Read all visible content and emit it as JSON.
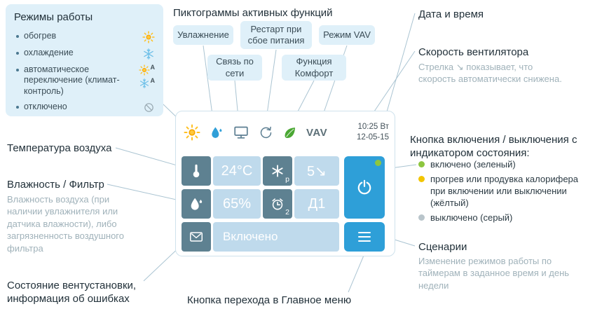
{
  "colors": {
    "callout_bg": "#dff0f9",
    "panel_value_cell": "#bfdaec",
    "panel_icon_cell": "#5e8191",
    "accent_button": "#2e9fd8",
    "indicator_green": "#8dc63f",
    "indicator_yellow": "#f2c500",
    "indicator_gray": "#b9c5cb",
    "connector_line": "#aac4d2"
  },
  "left": {
    "modes": {
      "title": "Режимы работы",
      "auto_marker": "A",
      "items": [
        {
          "label": "обогрев",
          "icon": "sun-icon"
        },
        {
          "label": "охлаждение",
          "icon": "snowflake-icon"
        },
        {
          "label": "автоматическое переключение (климат-контроль)",
          "icon": "sun-snowflake-auto-icon"
        },
        {
          "label": "отключено",
          "icon": "disabled-icon"
        }
      ]
    },
    "temperature_label": "Температура воздуха",
    "humidity_title": "Влажность / Фильтр",
    "humidity_description": "Влажность воздуха (при наличии увлажнителя или датчика влажности), либо загрязненность воздушного фильтра",
    "status_label": "Состояние вентустановки, информация об ошибках"
  },
  "top": {
    "title": "Пиктограммы активных функций",
    "buttons": [
      {
        "label": "Увлажнение",
        "icon": "humidification-drop-icon"
      },
      {
        "label": "Рестарт при сбое питания",
        "icon": "restart-icon"
      },
      {
        "label": "Режим VAV",
        "icon": "vav-icon"
      },
      {
        "label": "Связь по сети",
        "icon": "network-monitor-icon"
      },
      {
        "label": "Функция Комфорт",
        "icon": "comfort-leaf-icon"
      }
    ]
  },
  "right": {
    "datetime_label": "Дата и время",
    "fan_title": "Скорость вентилятора",
    "fan_description": "Стрелка ↘ показывает, что скорость автоматически снижена.",
    "power_title": "Кнопка включения / выключения с индикатором состояния:",
    "power_states": [
      {
        "label": "включено (зеленый)",
        "color": "#8dc63f"
      },
      {
        "label": "прогрев или продувка калорифера при включении или выключении (жёлтый)",
        "color": "#f2c500"
      },
      {
        "label": "выключено (серый)",
        "color": "#b9c5cb"
      }
    ],
    "scenarios_title": "Сценарии",
    "scenarios_description": "Изменение режимов работы по таймерам в заданное время и день недели"
  },
  "bottom": {
    "menu_label": "Кнопка перехода в Главное меню"
  },
  "panel": {
    "status_icons": [
      "heating-sun-icon",
      "humidification-drop-icon",
      "network-monitor-icon",
      "restart-icon",
      "comfort-leaf-icon",
      "vav-icon"
    ],
    "vav_label": "VAV",
    "time": "10:25 Вт",
    "date": "12-05-15",
    "temperature": "24°C",
    "fan_speed": "5↘",
    "fan_icon_sub": "p",
    "humidity": "65%",
    "timer_icon_sub": "2",
    "timer_value": "Д1",
    "status_text": "Включено"
  }
}
